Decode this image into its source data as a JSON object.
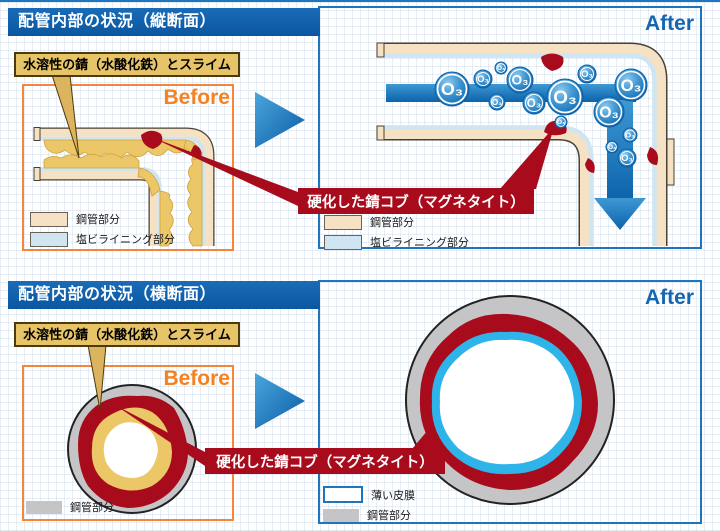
{
  "sections": {
    "vertical": {
      "title": "配管内部の状況（縦断面）",
      "before": "Before",
      "after": "After",
      "slime_callout": "水溶性の錆（水酸化鉄）とスライム",
      "rust_callout": "硬化した錆コブ（マグネタイト）",
      "legend": {
        "steel": "鋼管部分",
        "lining": "塩ビライニング部分"
      }
    },
    "horizontal": {
      "title": "配管内部の状況（横断面）",
      "before": "Before",
      "after": "After",
      "slime_callout": "水溶性の錆（水酸化鉄）とスライム",
      "rust_callout": "硬化した錆コブ（マグネタイト）",
      "legend": {
        "film": "薄い皮膜",
        "steel": "鋼管部分"
      }
    }
  },
  "ozone": {
    "label": "O₃",
    "bubbles": [
      [
        452,
        89,
        17
      ],
      [
        483,
        79,
        9
      ],
      [
        501,
        68,
        6
      ],
      [
        520,
        80,
        13
      ],
      [
        497,
        102,
        8
      ],
      [
        534,
        103,
        11
      ],
      [
        565,
        97,
        18
      ],
      [
        587,
        74,
        9
      ],
      [
        631,
        85,
        16
      ],
      [
        609,
        112,
        15
      ],
      [
        561,
        122,
        6
      ],
      [
        630,
        135,
        7
      ],
      [
        612,
        147,
        6
      ],
      [
        627,
        158,
        9
      ]
    ]
  },
  "colors": {
    "boxblue": "#1d75bd",
    "afterblue": "#1566b2",
    "orange": "#f5853a",
    "orange-text": "#f5821f",
    "rust": "#a80c1c",
    "callout": "#e8c469",
    "slime": "#ecc768",
    "steel": "#f5e2c4",
    "lining": "#cfe6f2",
    "gray": "#c5c5c7",
    "film": "#2fb4e9",
    "flow": "#1473bb"
  }
}
